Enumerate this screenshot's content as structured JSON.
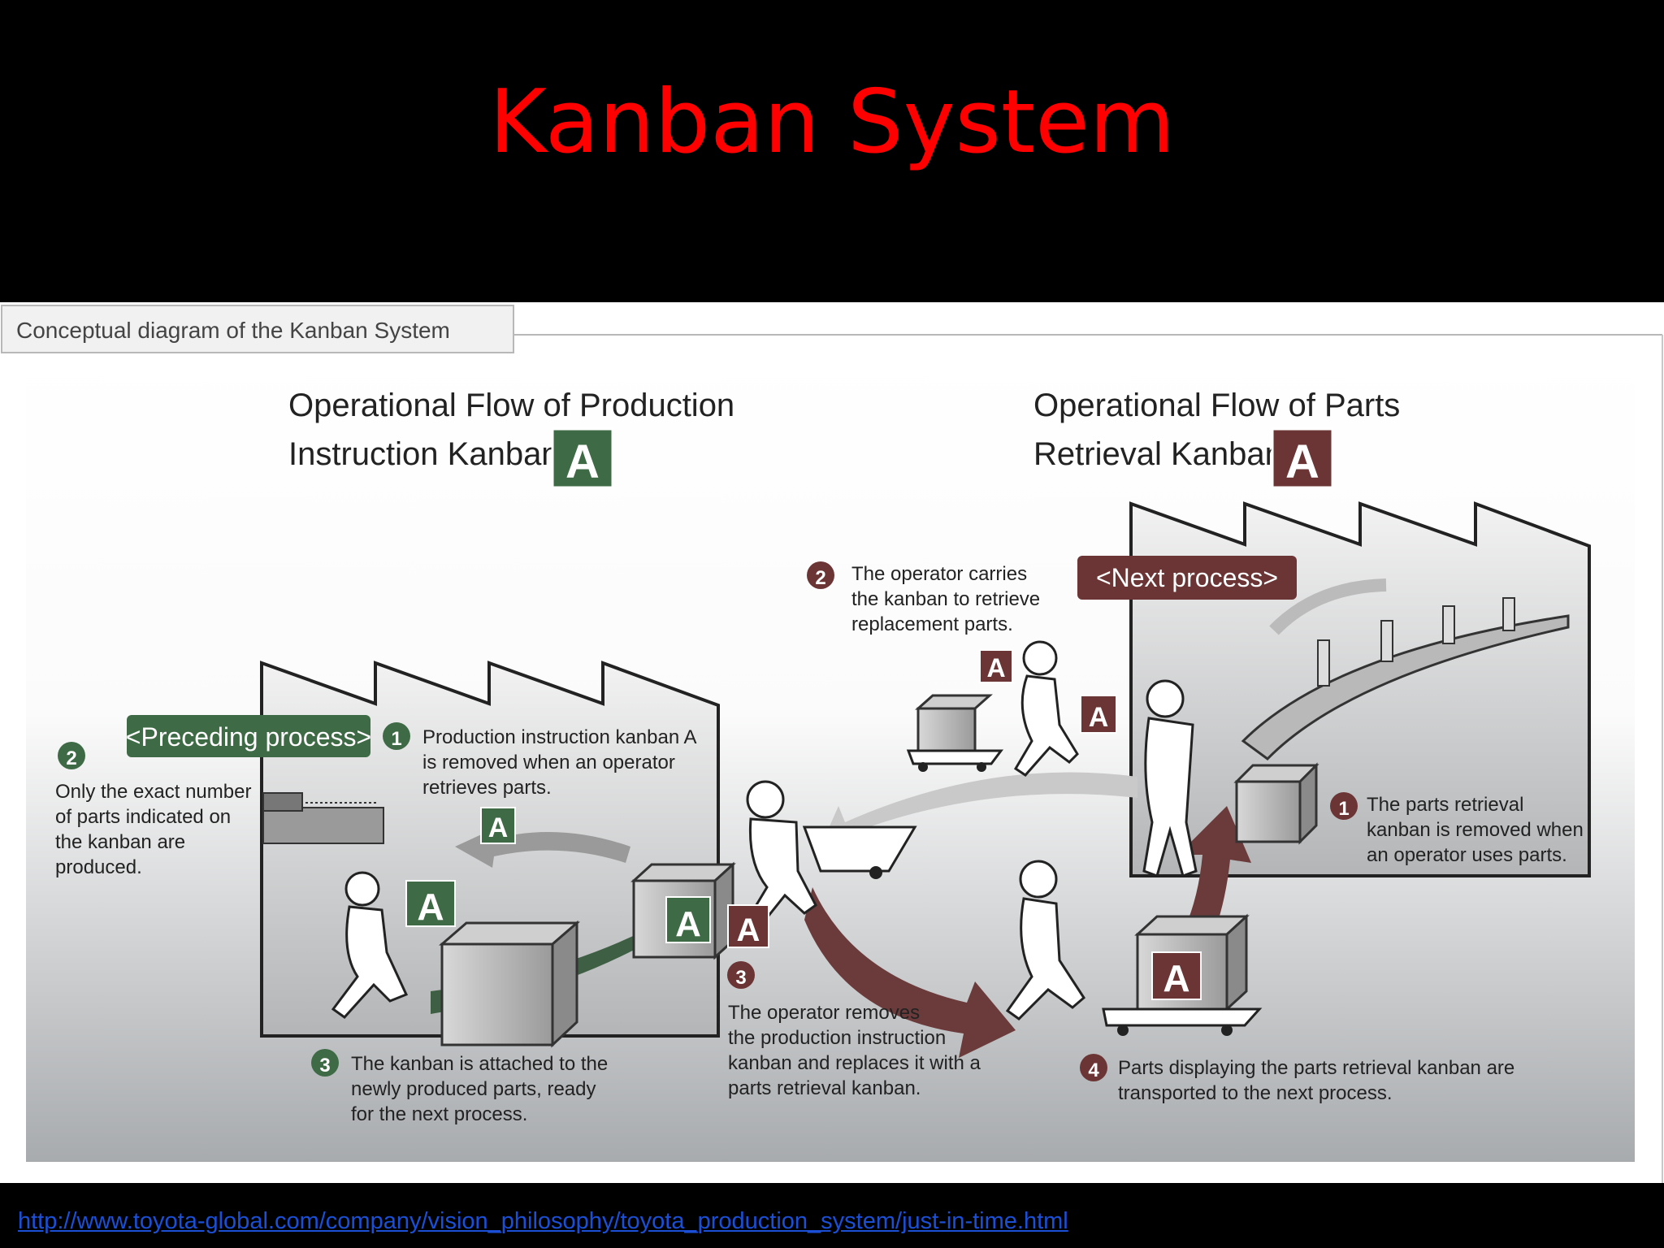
{
  "slide_title": "Kanban System",
  "tab_label": "Conceptual diagram of the Kanban System",
  "left": {
    "heading_line1": "Operational Flow of Production",
    "heading_line2": "Instruction Kanban",
    "heading_color": "#3e6b45",
    "process_label": "<Preceding process>",
    "step1_num": "1",
    "step1": [
      "Production instruction kanban A",
      "is removed when an operator",
      "retrieves parts."
    ],
    "step2_num": "2",
    "step2": [
      "Only the exact number",
      "of parts indicated on",
      "the kanban are",
      "produced."
    ],
    "step3_num": "3",
    "step3": [
      "The kanban is attached to the",
      "newly produced parts, ready",
      "for the next process."
    ]
  },
  "right": {
    "heading_line1": "Operational Flow of Parts",
    "heading_line2": "Retrieval Kanban",
    "heading_color": "#6b3535",
    "process_label": "<Next  process>",
    "step1_num": "1",
    "step1": [
      "The parts retrieval",
      "kanban is removed when",
      "an operator uses parts."
    ],
    "step2_num": "2",
    "step2": [
      "The operator carries",
      "the kanban to retrieve",
      "replacement parts."
    ],
    "step3_num": "3",
    "step3": [
      "The operator removes",
      "the production instruction",
      "kanban and replaces it with a",
      "parts retrieval kanban."
    ],
    "step4_num": "4",
    "step4": [
      "Parts displaying the parts retrieval kanban are",
      "transported to the next  process."
    ]
  },
  "kanban_letter": "A",
  "source_url": "http://www.toyota-global.com/company/vision_philosophy/toyota_production_system/just-in-time.html"
}
